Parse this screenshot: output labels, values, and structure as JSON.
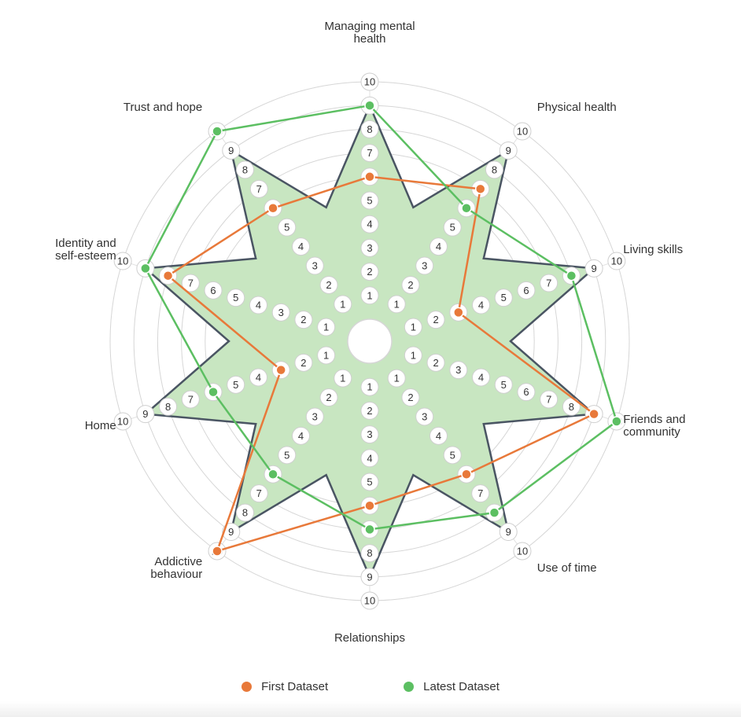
{
  "chart_data": {
    "type": "radar",
    "axes": [
      "Managing mental health",
      "Physical health",
      "Living skills",
      "Friends and community",
      "Use of time",
      "Relationships",
      "Addictive behaviour",
      "Home",
      "Identity and self-esteem",
      "Trust and hope"
    ],
    "axis_label_lines": [
      [
        "Managing mental",
        "health"
      ],
      [
        "Physical health"
      ],
      [
        "Living skills"
      ],
      [
        "Friends and",
        "community"
      ],
      [
        "Use of time"
      ],
      [
        "Relationships"
      ],
      [
        "Addictive",
        "behaviour"
      ],
      [
        "Home"
      ],
      [
        "Identity and",
        "self-esteem"
      ],
      [
        "Trust and hope"
      ]
    ],
    "scale": {
      "min": 0,
      "max": 10,
      "ticks": [
        1,
        2,
        3,
        4,
        5,
        6,
        7,
        8,
        9,
        10
      ]
    },
    "star_envelope": {
      "outer_value": 9,
      "inner_value": 5,
      "color": "#c8e6c1",
      "stroke": "#4a5563"
    },
    "series": [
      {
        "name": "First Dataset",
        "color": "#e8793a",
        "values": [
          6,
          7,
          3,
          9,
          6,
          6,
          10,
          3,
          8,
          6
        ]
      },
      {
        "name": "Latest Dataset",
        "color": "#5cbf62",
        "values": [
          9,
          6,
          8,
          10,
          8,
          7,
          6,
          6,
          9,
          10
        ]
      }
    ],
    "legend": {
      "position": "bottom"
    },
    "grid": true
  }
}
